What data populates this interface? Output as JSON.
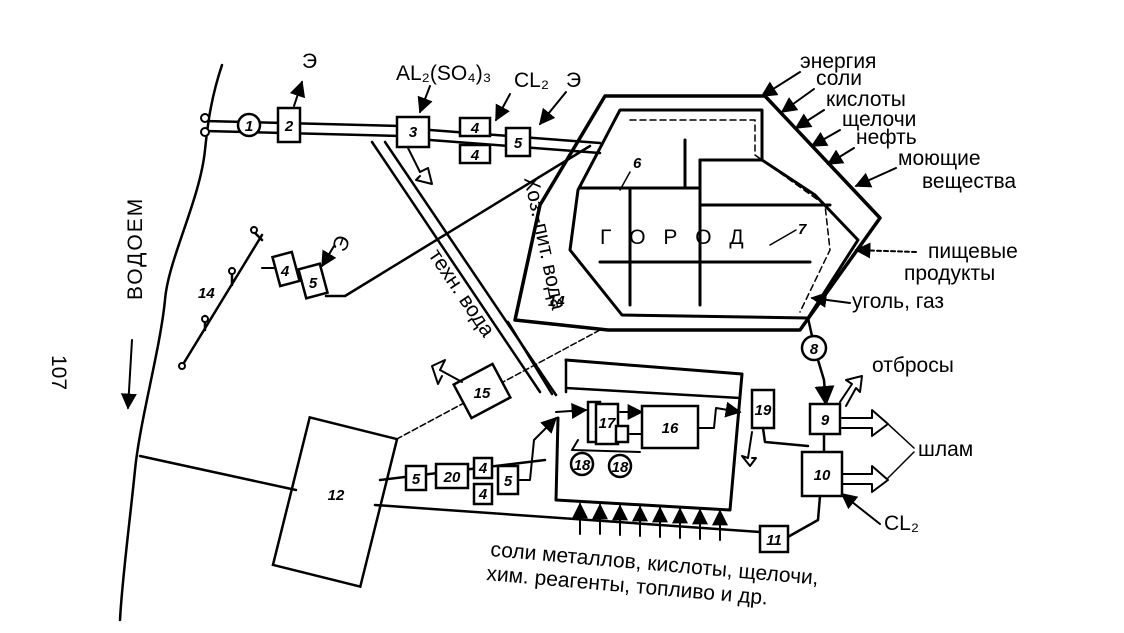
{
  "labels": {
    "reservoir": "ВОДОЕМ",
    "page_number": "107",
    "city": "Г О Р О Д",
    "reagents": "AL₂(SO₄)₃",
    "chlorine_top": "CL₂",
    "energy_top": "Э",
    "energy_2": "Э",
    "energy_14": "Э",
    "drinking_water": "Хоз.-пит. вода",
    "technical_water": "техн. вода",
    "inputs": [
      "энергия",
      "соли",
      "кислоты",
      "щелочи",
      "нефть",
      "моющие",
      "вещества"
    ],
    "food": "пищевые",
    "food_2": "продукты",
    "coal_gas": "уголь, газ",
    "waste": "отбросы",
    "sludge": "шлам",
    "chlorine_bottom": "CL₂",
    "bottom_line1": "соли металлов, кислоты, щелочи,",
    "bottom_line2": "хим. реагенты, топливо и др."
  },
  "nodes": {
    "n1": "1",
    "n2": "2",
    "n3": "3",
    "n4a": "4",
    "n4b": "4",
    "n5a": "5",
    "n6": "6",
    "n7": "7",
    "n8": "8",
    "n9": "9",
    "n10": "10",
    "n11": "11",
    "n12": "12",
    "n14": "14",
    "n14b": "14",
    "n4c": "4",
    "n5b": "5",
    "n15": "15",
    "n16": "16",
    "n17": "17",
    "n18a": "18",
    "n18b": "18",
    "n19": "19",
    "n5c": "5",
    "n20": "20",
    "n4d": "4",
    "n4e": "4",
    "n5d": "5"
  }
}
